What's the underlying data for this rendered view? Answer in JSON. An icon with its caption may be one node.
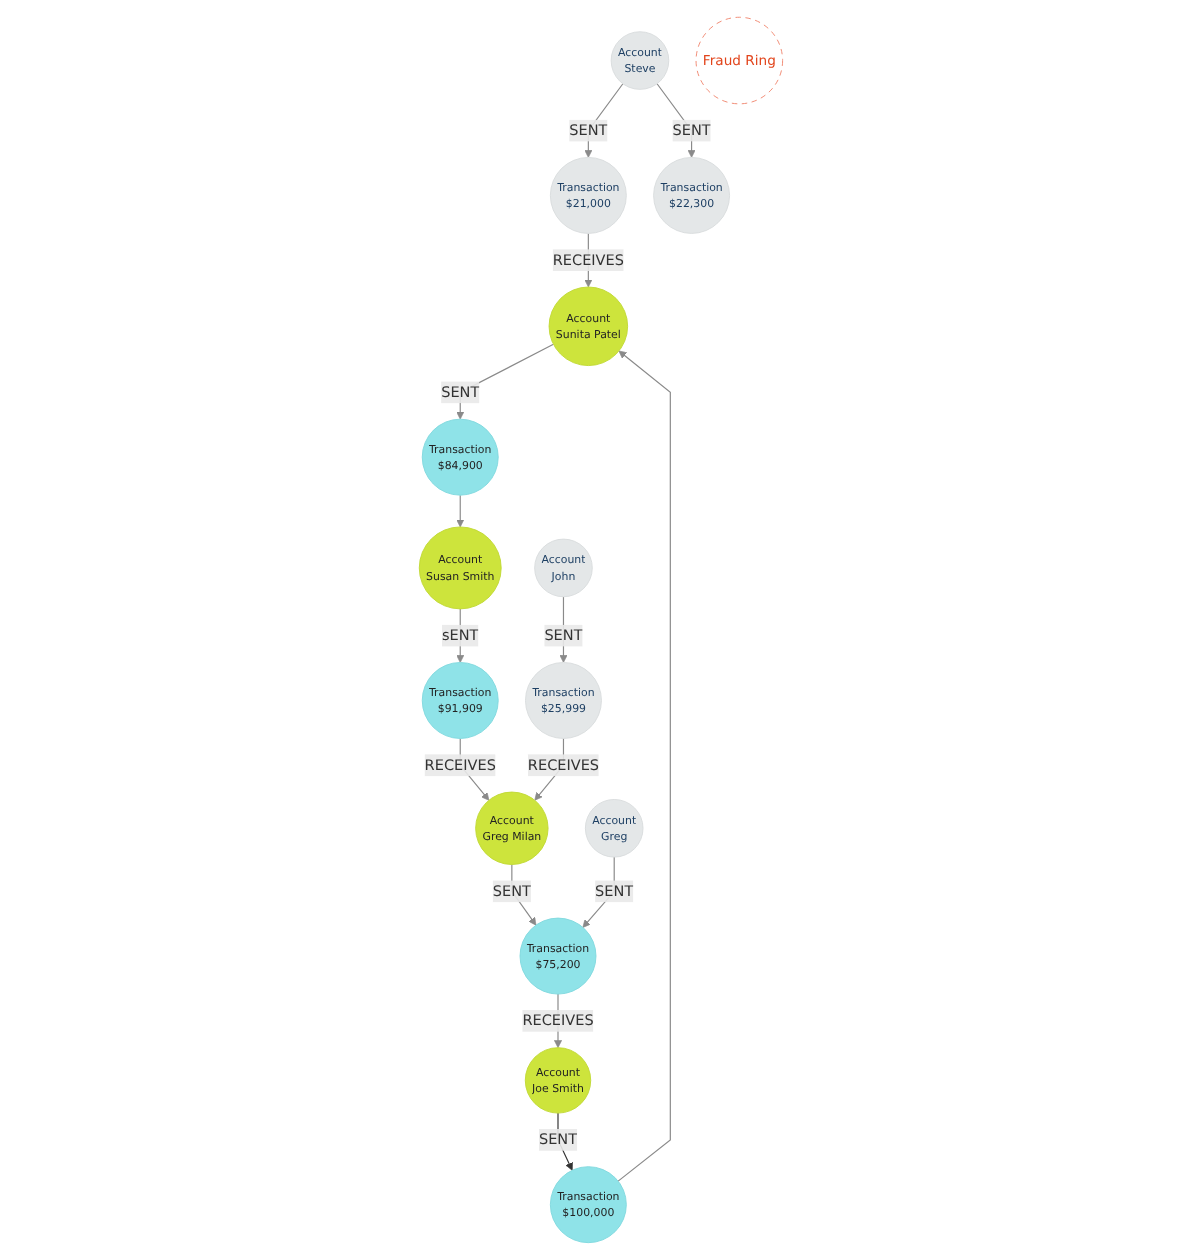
{
  "diagram": {
    "nodes": [
      {
        "text": [
          "Transaction",
          "$21,000"
        ]
      },
      {
        "text": [
          "Account",
          "Steve"
        ]
      },
      {
        "text": [
          "Transaction",
          "$22,300"
        ]
      },
      {
        "text": [
          "Transaction",
          "$100,000"
        ]
      },
      {
        "text": [
          "Account",
          "Sunita Patel"
        ]
      },
      {
        "text": [
          "Transaction",
          "$84,900"
        ]
      },
      {
        "text": [
          "Account",
          "Joe Smith"
        ]
      },
      {
        "text": [
          "Account",
          "Susan Smith"
        ]
      },
      {
        "text": [
          "Account",
          "Greg"
        ]
      },
      {
        "text": [
          "Transaction",
          "$75,200"
        ]
      },
      {
        "text": [
          "Transaction",
          "$91,909"
        ]
      },
      {
        "text": [
          "Account",
          "Greg Milan"
        ]
      },
      {
        "text": [
          "Account",
          "John"
        ]
      },
      {
        "text": [
          "Transaction",
          "$25,999"
        ]
      },
      {
        "text": [
          "Fraud Ring"
        ]
      }
    ],
    "edges": [
      {
        "from": 1,
        "to": 0,
        "arrow": "to",
        "label": "SENT"
      },
      {
        "from": 1,
        "to": 2,
        "arrow": "to",
        "label": "SENT"
      },
      {
        "from": 0,
        "to": 4,
        "arrow": "to",
        "label": "RECEIVES"
      },
      {
        "from": 3,
        "to": 4,
        "arrow": "to"
      },
      {
        "from": 4,
        "to": 5,
        "arrow": "to",
        "label": "SENT"
      },
      {
        "from": 5,
        "to": 7,
        "arrow": "to"
      },
      {
        "from": 7,
        "to": 10,
        "arrow": "to",
        "label": "sENT"
      },
      {
        "from": 10,
        "to": 11,
        "arrow": "to",
        "label": "RECEIVES"
      },
      {
        "from": 11,
        "to": 9,
        "arrow": "to",
        "label": "SENT"
      },
      {
        "from": 8,
        "to": 9,
        "arrow": "to",
        "label": "SENT"
      },
      {
        "from": 9,
        "to": 6,
        "arrow": "to",
        "label": "RECEIVES"
      },
      {
        "from": 6,
        "to": 3,
        "arrow": "to",
        "label": "SENT",
        "color": "#333333"
      },
      {
        "from": 12,
        "to": 13,
        "arrow": "to",
        "label": "SENT"
      },
      {
        "from": 13,
        "to": 11,
        "arrow": "to",
        "label": "RECEIVES"
      }
    ]
  }
}
